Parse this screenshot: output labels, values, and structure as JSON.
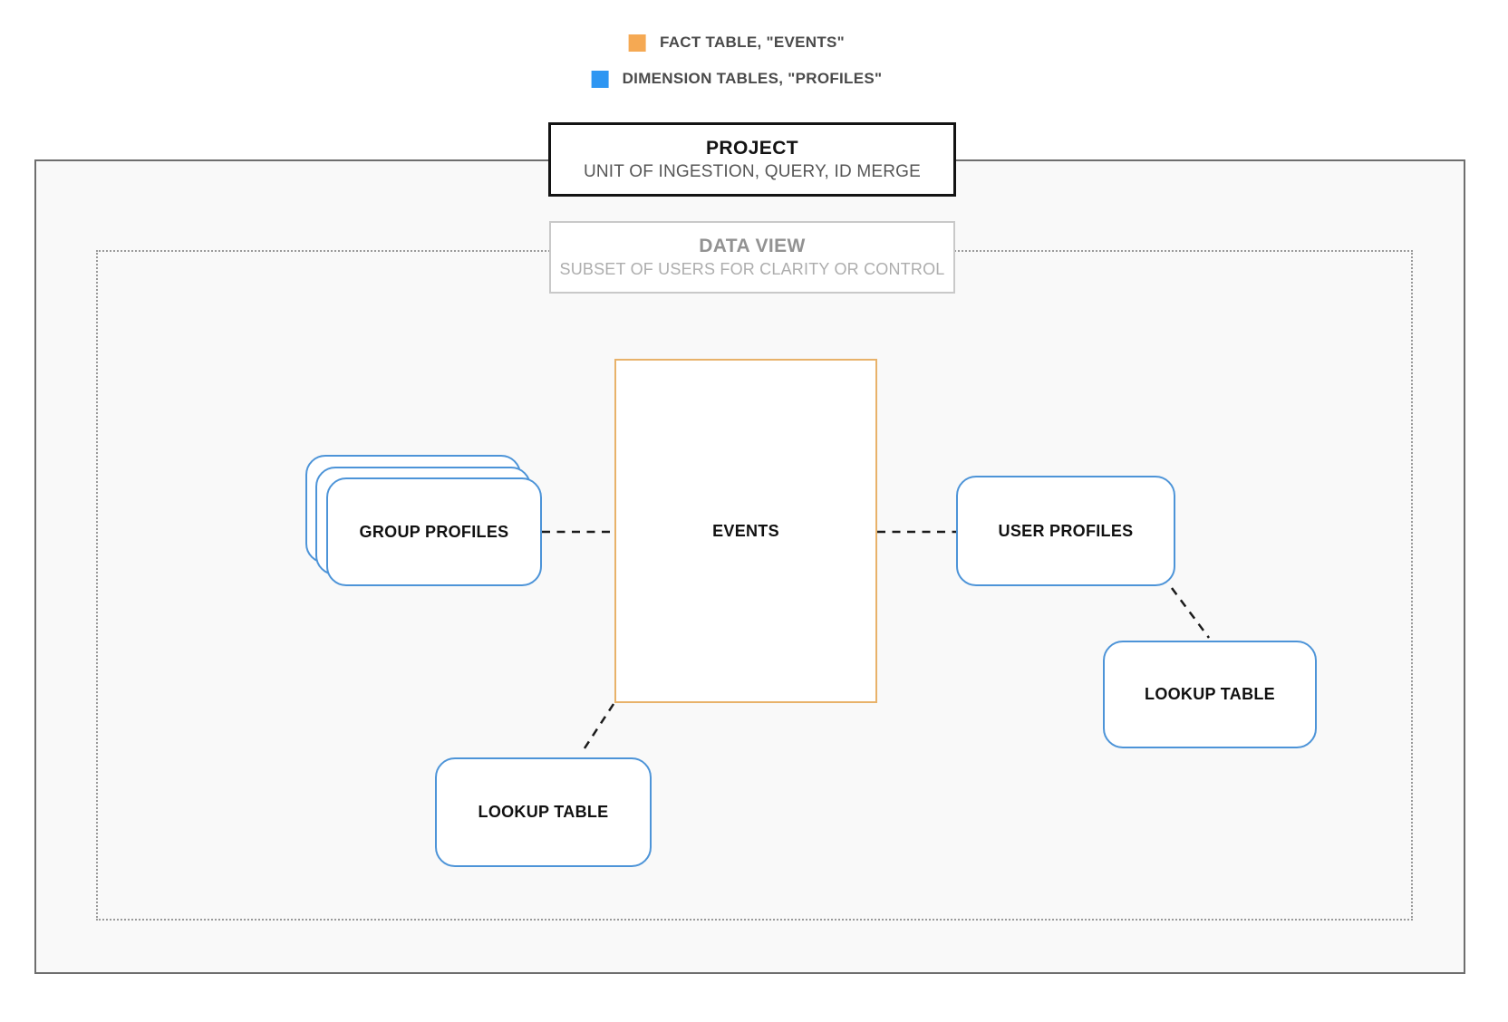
{
  "legend": {
    "items": [
      {
        "id": "fact",
        "label": "FACT TABLE, \"EVENTS\"",
        "color": "#F5A953"
      },
      {
        "id": "dimension",
        "label": "DIMENSION TABLES, \"PROFILES\"",
        "color": "#2E96F2"
      }
    ]
  },
  "project": {
    "title": "PROJECT",
    "subtitle": "UNIT OF INGESTION, QUERY, ID MERGE"
  },
  "data_view": {
    "title": "DATA VIEW",
    "subtitle": "SUBSET OF USERS FOR CLARITY OR CONTROL"
  },
  "nodes": {
    "group_profiles": {
      "label": "GROUP PROFILES",
      "type": "dimension",
      "stacked": true
    },
    "events": {
      "label": "EVENTS",
      "type": "fact"
    },
    "user_profiles": {
      "label": "USER PROFILES",
      "type": "dimension"
    },
    "lookup_table_left": {
      "label": "LOOKUP TABLE",
      "type": "dimension"
    },
    "lookup_table_right": {
      "label": "LOOKUP TABLE",
      "type": "dimension"
    }
  },
  "connections": [
    {
      "from": "group_profiles",
      "to": "events"
    },
    {
      "from": "events",
      "to": "user_profiles"
    },
    {
      "from": "user_profiles",
      "to": "lookup_table_right"
    },
    {
      "from": "events",
      "to": "lookup_table_left"
    }
  ],
  "colors": {
    "fact_border": "#E8B26A",
    "dimension_border": "#4D94D8",
    "outer_border": "#6E6E6E",
    "inner_dotted_border": "#9A9A9A",
    "project_border": "#131313",
    "data_view_border": "#C9C9C9",
    "connector": "#1B1B1B",
    "container_fill": "#F9F9F9"
  }
}
